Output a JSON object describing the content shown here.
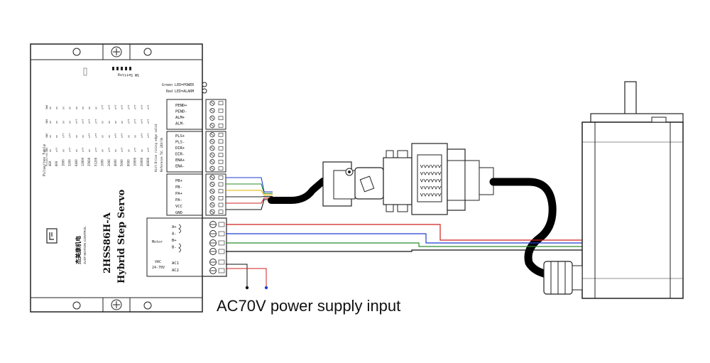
{
  "caption": "AC70V power supply input",
  "model": "2HSS86H-A",
  "product": "Hybrid Step Servo",
  "brand_cn": "杰美康机电",
  "brand_en": "JUST MOTION CONTROL",
  "sw_settings_label": "SW Setting",
  "table_title": "Pulse/rev Table",
  "table_cols": [
    "Pulse/rev",
    "SW1",
    "SW2",
    "SW3",
    "SW4"
  ],
  "table_values": [
    "400",
    "800",
    "1600",
    "3200",
    "6400",
    "12800",
    "25600",
    "51200",
    "1000",
    "2000",
    "4000",
    "5000",
    "8000",
    "10000",
    "20000",
    "40000"
  ],
  "led_labels": {
    "green": "Green LED=POWER",
    "red": "Red LED=ALARM"
  },
  "terminal_groups": {
    "alarm": [
      "PEND+",
      "PEND-",
      "ALM+",
      "ALM-"
    ],
    "control": [
      "PLS+",
      "PLS-",
      "DIR+",
      "DIR-",
      "ENA+",
      "ENA-"
    ],
    "encoder": [
      "PB+",
      "PB-",
      "PA+",
      "PA-",
      "VCC",
      "GND"
    ],
    "motor": [
      "A+",
      "A-",
      "B+",
      "B-"
    ],
    "power": [
      "AC1",
      "AC2"
    ]
  },
  "motor_label": "Motor",
  "vac_label": "VAC",
  "vac_range": "24-70V",
  "signal_note_1": "Hint:Drive rising edge valid",
  "signal_note_2": "Reference 5V, 24V/3k",
  "wire_colors": {
    "encoder": [
      "#1f3fd0",
      "#2b8a2b",
      "#e0b000",
      "#222222",
      "#d02020",
      "#111111"
    ],
    "motor": [
      "#d02020",
      "#1f3fd0",
      "#2b8a2b",
      "#111111"
    ]
  }
}
